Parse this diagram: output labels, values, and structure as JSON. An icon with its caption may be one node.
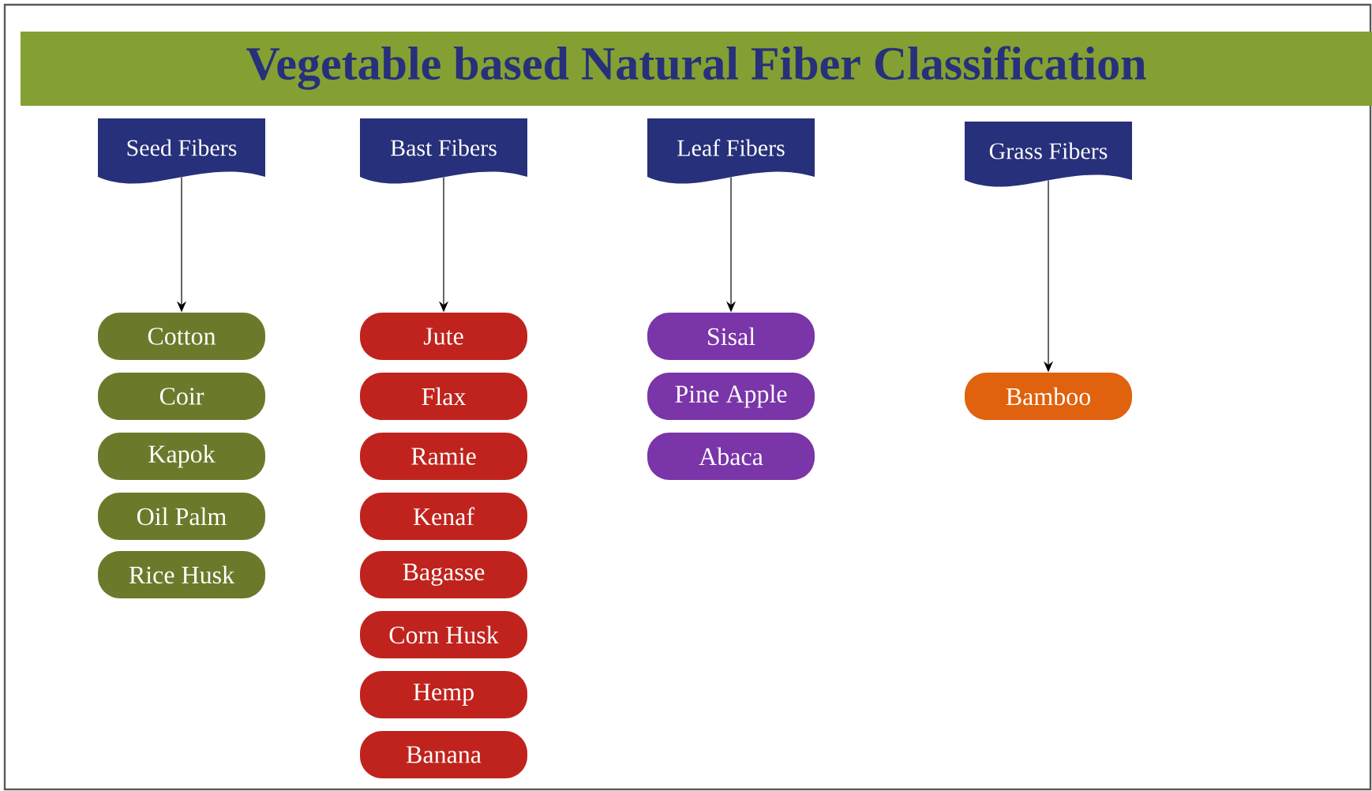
{
  "diagram": {
    "title": "Vegetable based Natural Fiber Classification",
    "nodes": [
      {
        "text": [
          "Seed Fibers"
        ]
      },
      {
        "text": [
          "Cotton"
        ]
      },
      {
        "text": [
          "Coir"
        ]
      },
      {
        "text": [
          "Kapok"
        ]
      },
      {
        "text": [
          "Oil Palm"
        ]
      },
      {
        "text": [
          "Rice Husk"
        ]
      },
      {
        "text": [
          "Bast Fibers"
        ]
      },
      {
        "text": [
          "Jute"
        ]
      },
      {
        "text": [
          "Flax"
        ]
      },
      {
        "text": [
          "Ramie"
        ]
      },
      {
        "text": [
          "Kenaf"
        ]
      },
      {
        "text": [
          "Bagasse"
        ]
      },
      {
        "text": [
          "Corn Husk"
        ]
      },
      {
        "text": [
          "Hemp"
        ]
      },
      {
        "text": [
          "Banana"
        ]
      },
      {
        "text": [
          "Leaf Fibers"
        ]
      },
      {
        "text": [
          "Sisal"
        ]
      },
      {
        "text": [
          "Pine Apple"
        ]
      },
      {
        "text": [
          "Abaca"
        ]
      },
      {
        "text": [
          "Grass Fibers"
        ]
      },
      {
        "text": [
          "Bamboo"
        ]
      }
    ],
    "edges": [
      {
        "from": 0,
        "to": 1,
        "arrow": "to"
      },
      {
        "from": 6,
        "to": 7,
        "arrow": "to"
      },
      {
        "from": 15,
        "to": 16,
        "arrow": "to"
      },
      {
        "from": 19,
        "to": 20,
        "arrow": "to"
      }
    ]
  }
}
